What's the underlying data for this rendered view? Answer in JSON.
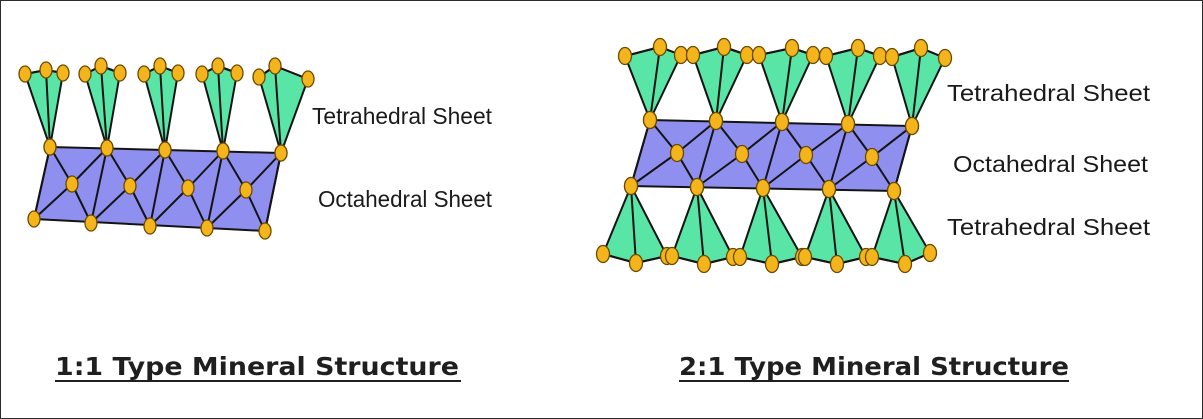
{
  "colors": {
    "tetrahedron_fill": "#59e5a6",
    "octahedral_fill": "#8f8ff0",
    "atom_fill": "#f4b41c",
    "atom_stroke": "#6b4a00",
    "line": "#141414"
  },
  "left_diagram": {
    "tetrahedral_label": "Tetrahedral Sheet",
    "octahedral_label": "Octahedral Sheet",
    "title": "1:1 Type Mineral Structure"
  },
  "right_diagram": {
    "top_tetrahedral_label": "Tetrahedral Sheet",
    "octahedral_label": "Octahedral Sheet",
    "bottom_tetrahedral_label": "Tetrahedral Sheet",
    "title": "2:1 Type Mineral Structure"
  }
}
